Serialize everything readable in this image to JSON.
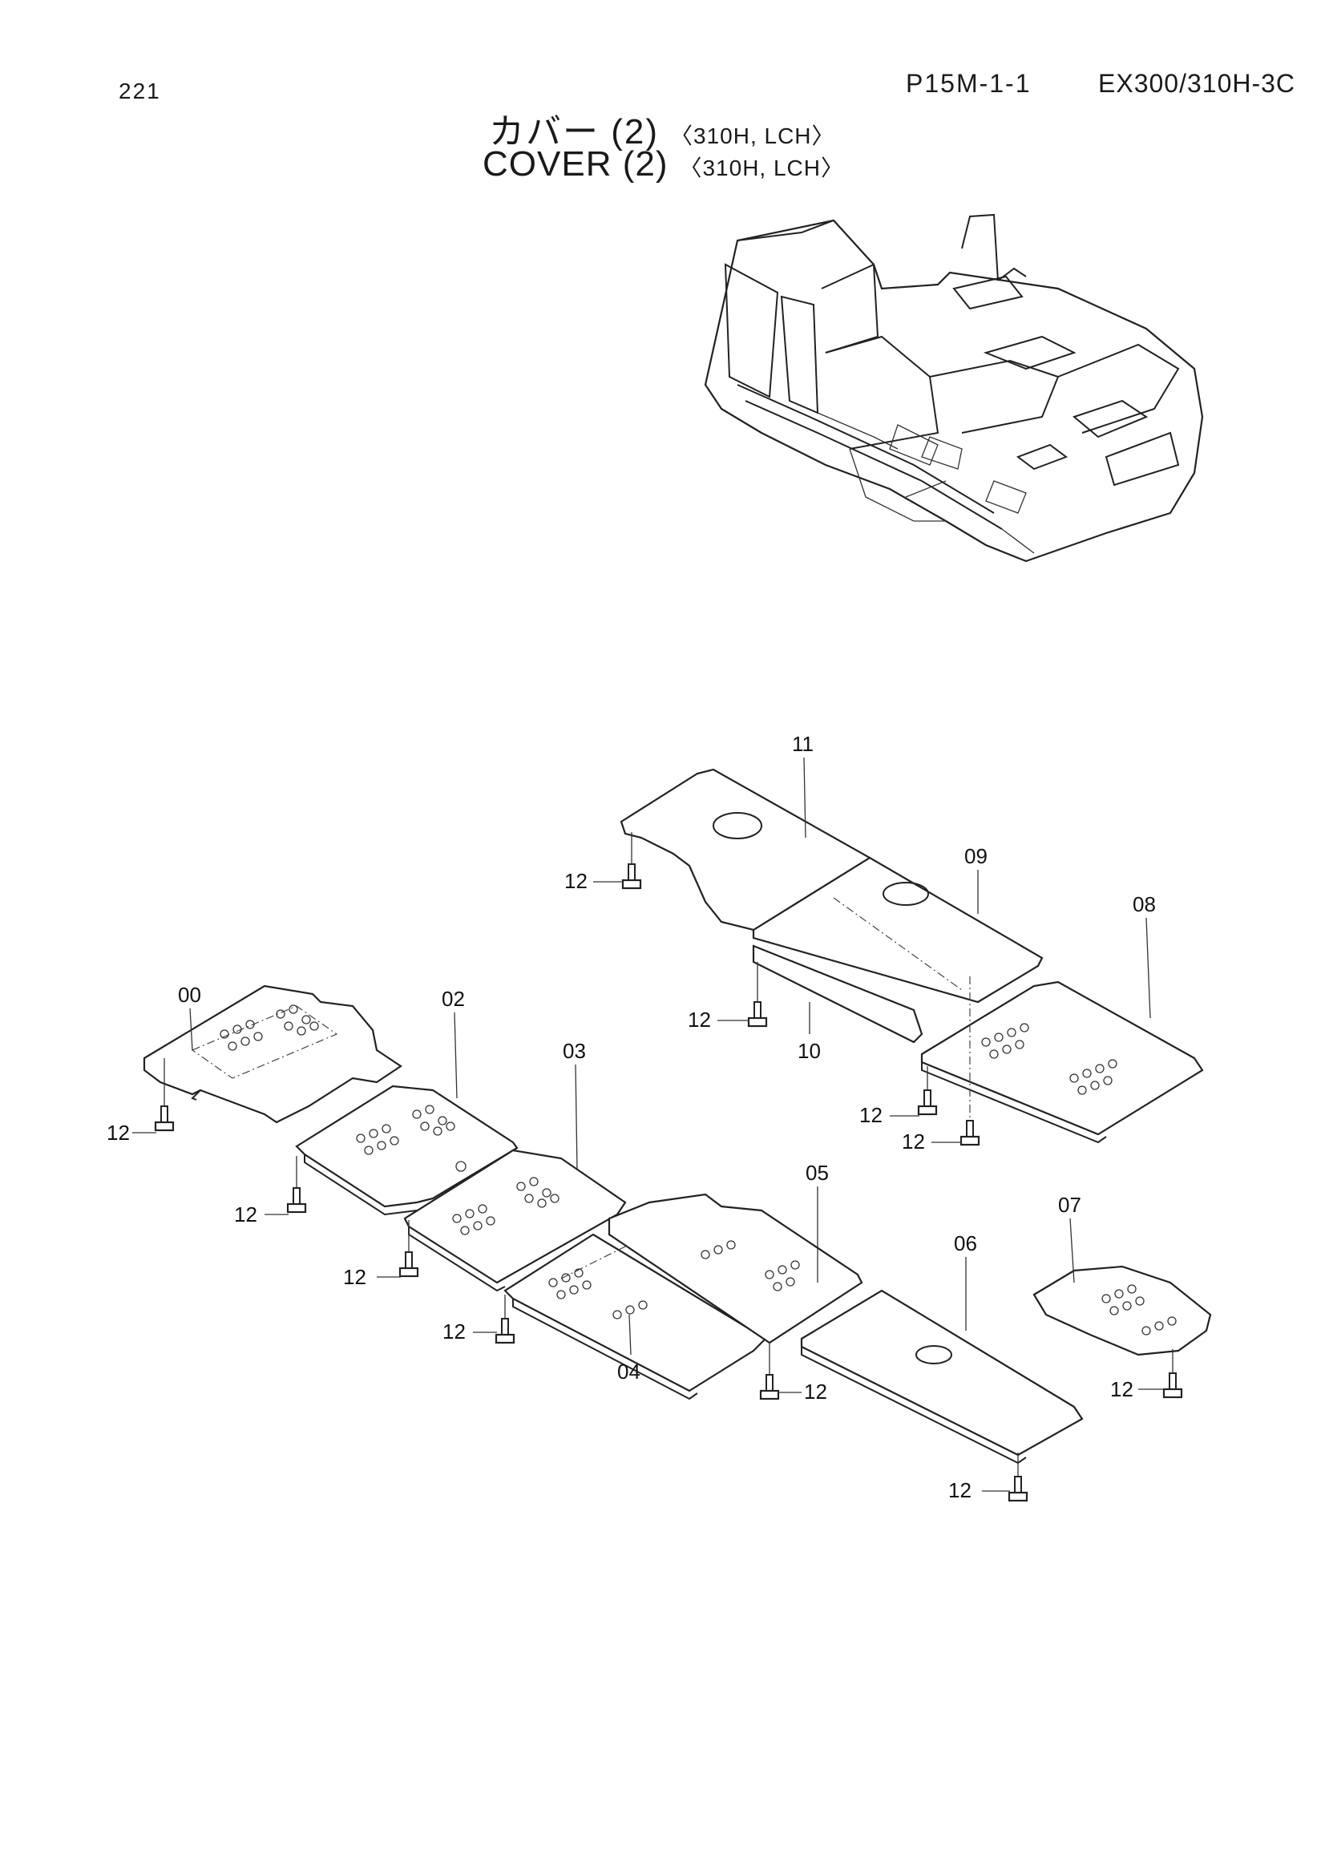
{
  "header": {
    "page_number": "221",
    "section_code": "P15M-1-1",
    "model": "EX300/310H-3C",
    "title_ja": "カバー (2)",
    "title_en": "COVER (2)",
    "variant": "〈310H, LCH〉"
  },
  "callouts": {
    "c00": "00",
    "c02": "02",
    "c03": "03",
    "c04": "04",
    "c05": "05",
    "c06": "06",
    "c07": "07",
    "c08": "08",
    "c09": "09",
    "c10": "10",
    "c11": "11",
    "c12": "12"
  }
}
